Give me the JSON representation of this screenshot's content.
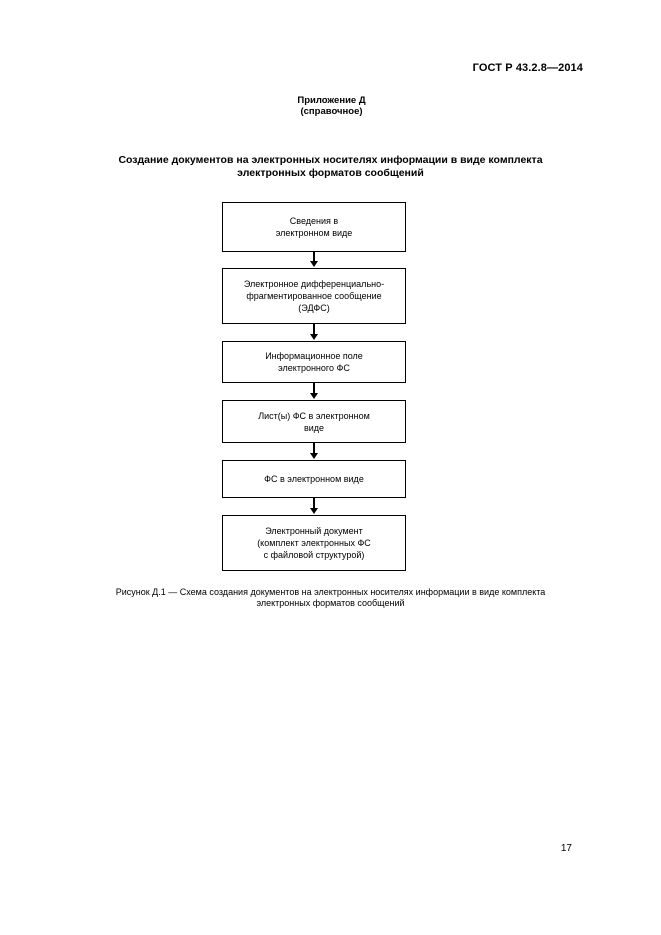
{
  "header": {
    "standard": "ГОСТ Р 43.2.8—2014"
  },
  "annex": {
    "title": "Приложение Д",
    "type": "(справочное)"
  },
  "section": {
    "title_line1": "Создание документов на электронных носителях информации в виде комплекта",
    "title_line2": "электронных форматов сообщений"
  },
  "flowchart": {
    "boxes": [
      {
        "lines": [
          "Сведения в",
          "электронном виде"
        ]
      },
      {
        "lines": [
          "Электронное дифференциально-",
          "фрагментированное сообщение",
          "(ЭДФС)"
        ]
      },
      {
        "lines": [
          "Информационное поле",
          "электронного ФС"
        ]
      },
      {
        "lines": [
          "Лист(ы) ФС в электронном",
          "виде"
        ]
      },
      {
        "lines": [
          "ФС в электронном виде"
        ]
      },
      {
        "lines": [
          "Электронный документ",
          "(комплект электронных ФС",
          "с файловой структурой)"
        ]
      }
    ]
  },
  "caption": {
    "line1": "Рисунок  Д.1 — Схема создания документов на электронных носителях информации в виде комплекта",
    "line2": "электронных форматов сообщений"
  },
  "footer": {
    "page_number": "17"
  }
}
